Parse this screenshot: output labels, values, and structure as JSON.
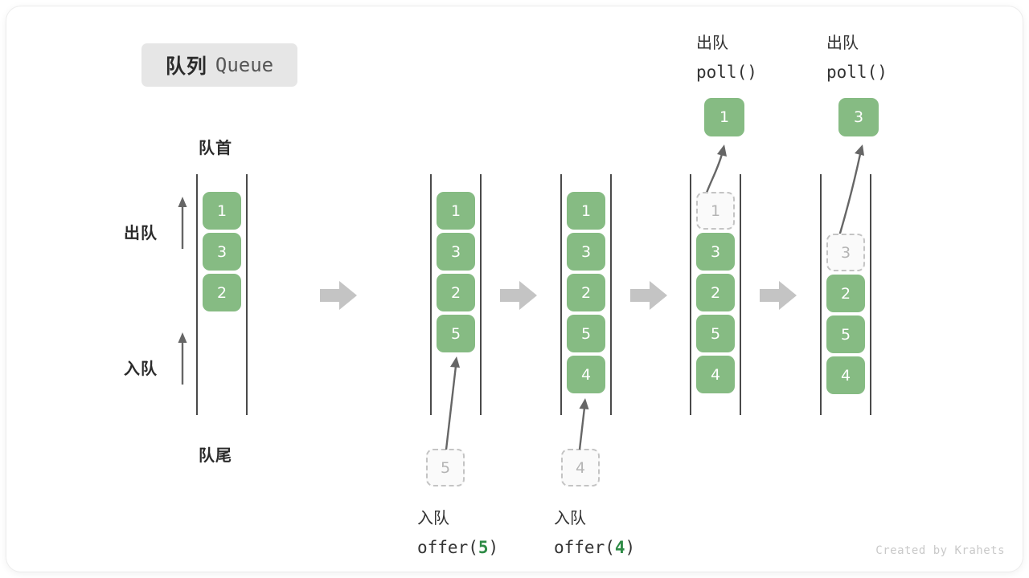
{
  "title": {
    "cn": "队列",
    "en": "Queue"
  },
  "labels": {
    "head": "队首",
    "tail": "队尾",
    "dequeue": "出队",
    "enqueue": "入队"
  },
  "credit": "Created by Krahets",
  "colors": {
    "cell_fill": "#86bb83",
    "cell_text": "#ffffff",
    "ghost_fill": "#fafafa",
    "ghost_border": "#c4c4c4",
    "ghost_text": "#b4b4b4",
    "rail": "#4a4a4a",
    "block_arrow": "#c4c4c4",
    "thin_arrow": "#666666",
    "accent_arg": "#2e8b46",
    "chip_bg": "#e6e6e6",
    "card_bg": "#ffffff"
  },
  "stages": [
    {
      "id": "initial",
      "cells": [
        "1",
        "3",
        "2"
      ],
      "ghost_index": -1,
      "incoming": null,
      "popped": null,
      "op_cn": "",
      "op_code": "",
      "op_arg": ""
    },
    {
      "id": "offer-5",
      "cells": [
        "1",
        "3",
        "2",
        "5"
      ],
      "ghost_index": -1,
      "incoming": "5",
      "popped": null,
      "op_cn": "入队",
      "op_code_prefix": "offer(",
      "op_arg": "5",
      "op_code_suffix": ")"
    },
    {
      "id": "offer-4",
      "cells": [
        "1",
        "3",
        "2",
        "5",
        "4"
      ],
      "ghost_index": -1,
      "incoming": "4",
      "popped": null,
      "op_cn": "入队",
      "op_code_prefix": "offer(",
      "op_arg": "4",
      "op_code_suffix": ")"
    },
    {
      "id": "poll-1",
      "cells": [
        "1",
        "3",
        "2",
        "5",
        "4"
      ],
      "ghost_index": 0,
      "incoming": null,
      "popped": "1",
      "op_cn": "出队",
      "op_code_prefix": "poll(",
      "op_arg": "",
      "op_code_suffix": ")"
    },
    {
      "id": "poll-3",
      "cells": [
        "3",
        "2",
        "5",
        "4"
      ],
      "ghost_index": 0,
      "incoming": null,
      "popped": "3",
      "op_cn": "出队",
      "op_code_prefix": "poll(",
      "op_arg": "",
      "op_code_suffix": ")"
    }
  ],
  "stage_separators": 4
}
